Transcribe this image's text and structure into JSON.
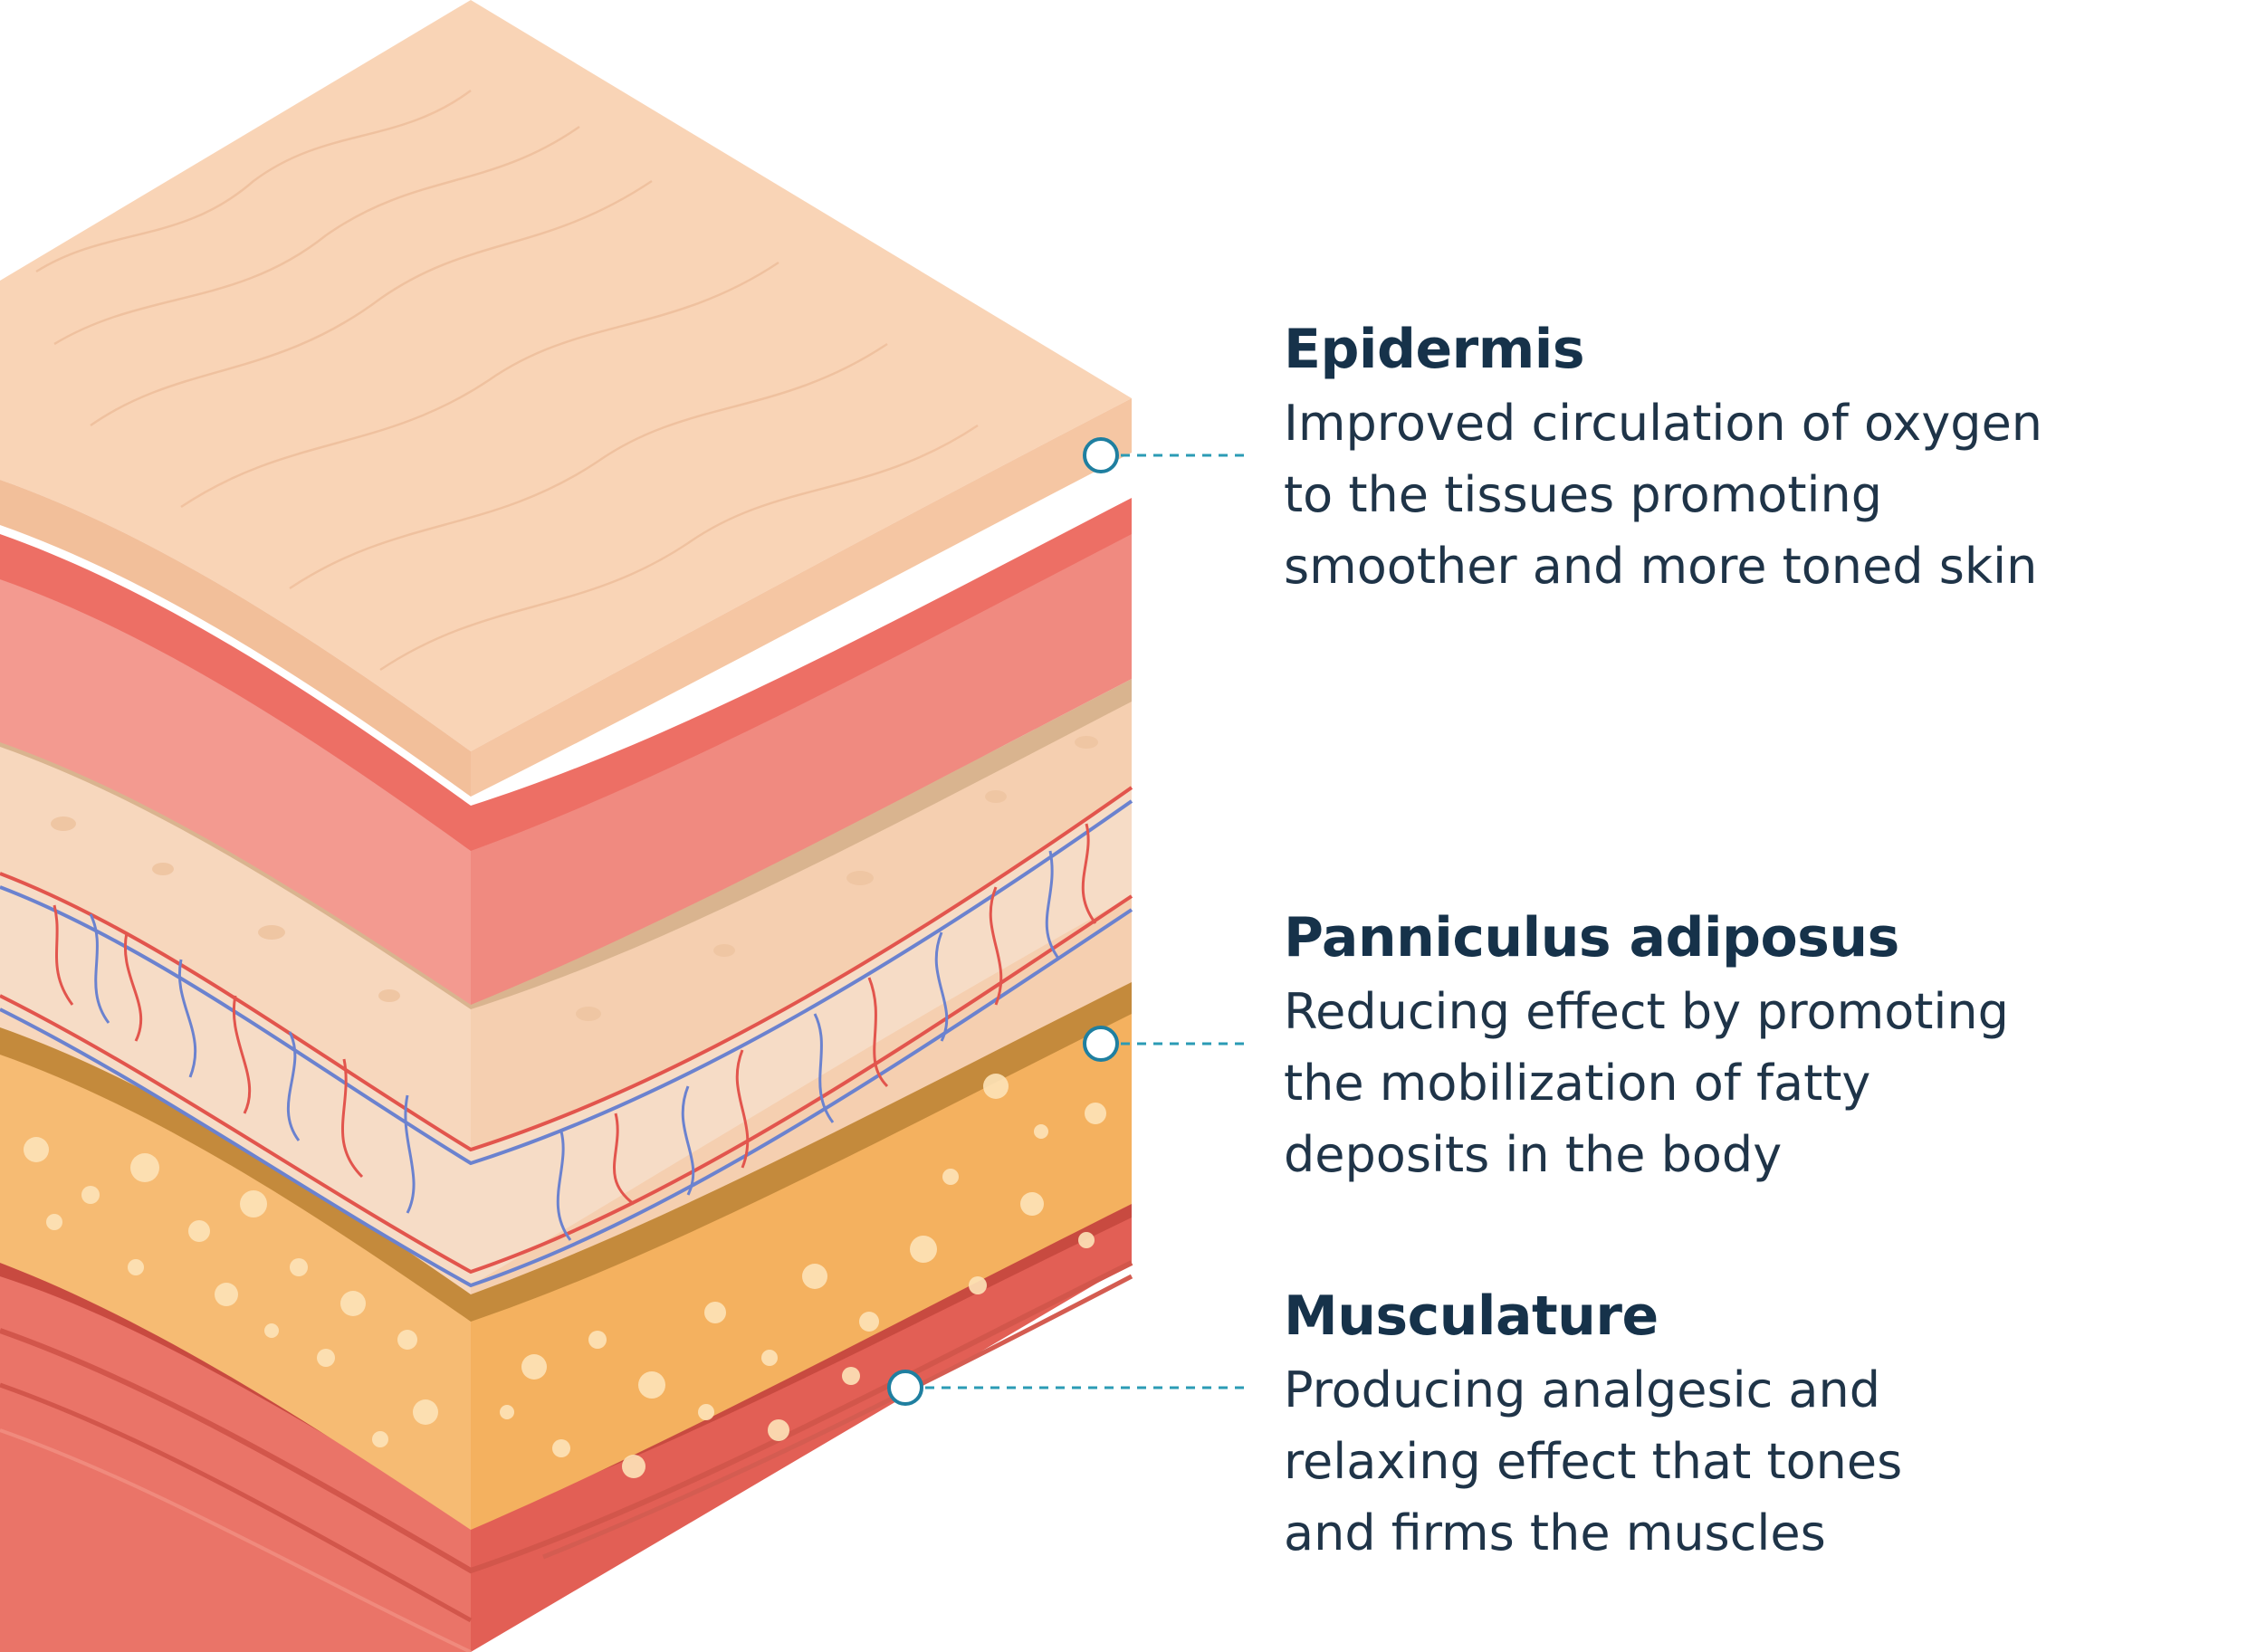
{
  "colors": {
    "epidermis_top": "#f9d4b6",
    "dermis_red": "#ed6f65",
    "dermis_pink": "#f39a90",
    "subcutis": "#f7d7bd",
    "fat": "#f6bb73",
    "fat_border": "#c48a3c",
    "muscle": "#e8695d",
    "muscle_dark": "#c84a40",
    "vessel_red": "#e2554d",
    "vessel_blue": "#6b82cf",
    "connector": "#2b9bb5",
    "text_dark": "#16324a"
  },
  "layers": [
    {
      "id": "epidermis",
      "title": "Epidermis",
      "description": [
        "Improved circulation of oxygen",
        "to the tissues promoting",
        "smoother and more toned skin"
      ]
    },
    {
      "id": "panniculus",
      "title": "Panniculus adiposus",
      "description": [
        "Reducing effect by promoting",
        "the mobilization of fatty",
        "deposits in the body"
      ]
    },
    {
      "id": "musculature",
      "title": "Musculature",
      "description": [
        "Producing analgesic and",
        "relaxing effect that tones",
        "and firms the muscles"
      ]
    }
  ]
}
